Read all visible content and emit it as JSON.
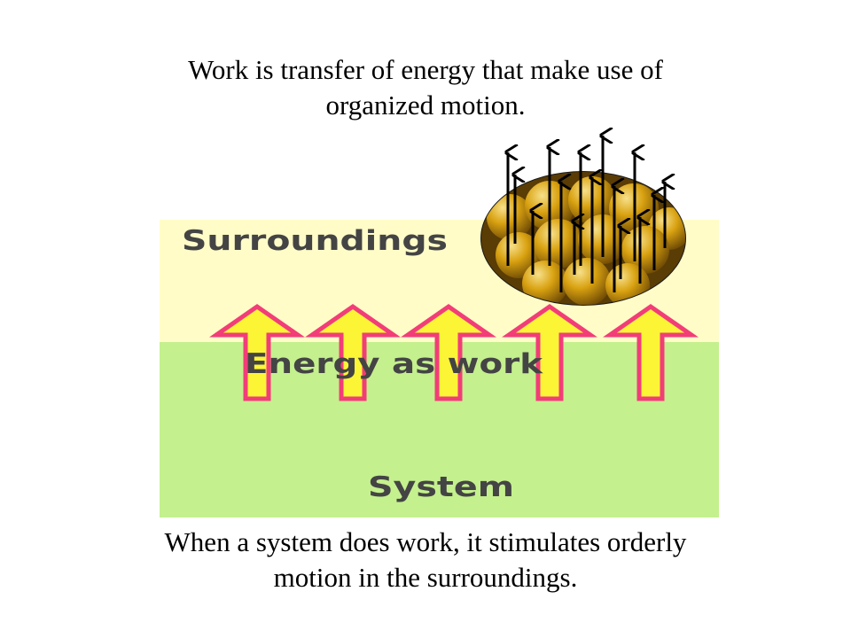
{
  "top_caption": {
    "line1": "Work is transfer of energy that make use of",
    "line2": "organized motion."
  },
  "bottom_caption": {
    "line1": "When a system does work, it stimulates orderly",
    "line2": "motion in the surroundings."
  },
  "diagram": {
    "surroundings_label": "Surroundings",
    "energy_label": "Energy as work",
    "system_label": "System",
    "colors": {
      "surroundings": "#fffcc8",
      "system": "#c4f08e",
      "arrow_fill": "#fbf536",
      "arrow_outline": "#f23d78",
      "ball": "#d9a211",
      "ball_highlight": "#f4d86a",
      "ball_shadow": "#6e4a05"
    },
    "icons": [
      "energy-arrow-icon",
      "molecule-ball-icon",
      "motion-arrow-icon"
    ]
  }
}
